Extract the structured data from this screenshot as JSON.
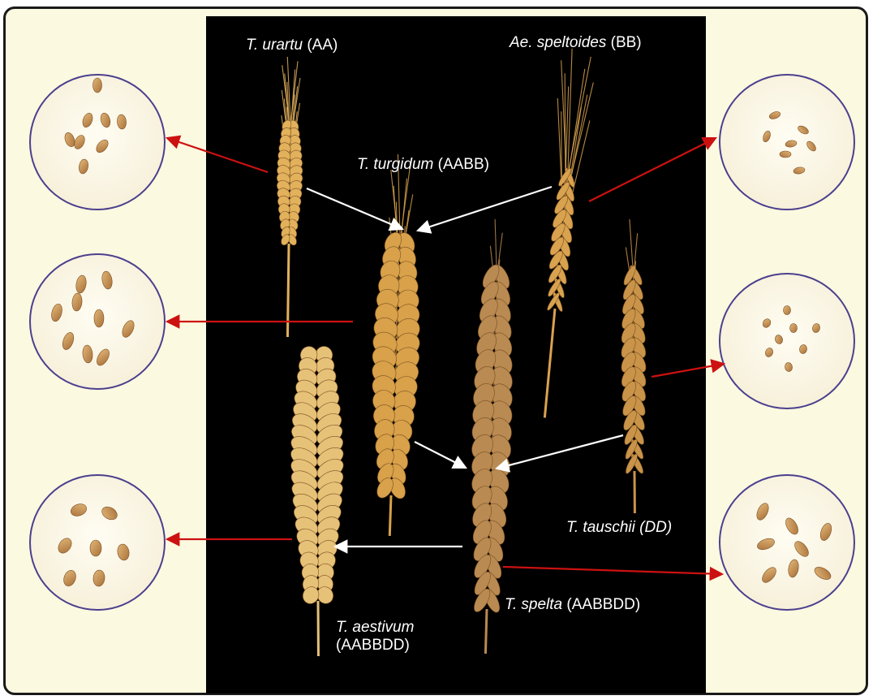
{
  "species": [
    {
      "id": "urartu",
      "name": "T. urartu",
      "genome": " (AA)"
    },
    {
      "id": "speltoides",
      "name": "Ae. speltoides",
      "genome": " (BB)"
    },
    {
      "id": "turgidum",
      "name": "T. turgidum",
      "genome": " (AABB)"
    },
    {
      "id": "tauschii",
      "name": "T. tauschii (DD)",
      "genome": ""
    },
    {
      "id": "spelta",
      "name": "T. spelta",
      "genome": " (AABBDD)"
    },
    {
      "id": "aestivum",
      "name": "T. aestivum",
      "genome": "(AABBDD)"
    }
  ],
  "colors": {
    "background": "#fbf9df",
    "panel": "#000000",
    "circle_border": "#4b3f8f",
    "red_arrow": "#cc1111",
    "white_arrow": "#ffffff",
    "grain": "#c9924d",
    "spike": "#e2b15c"
  }
}
